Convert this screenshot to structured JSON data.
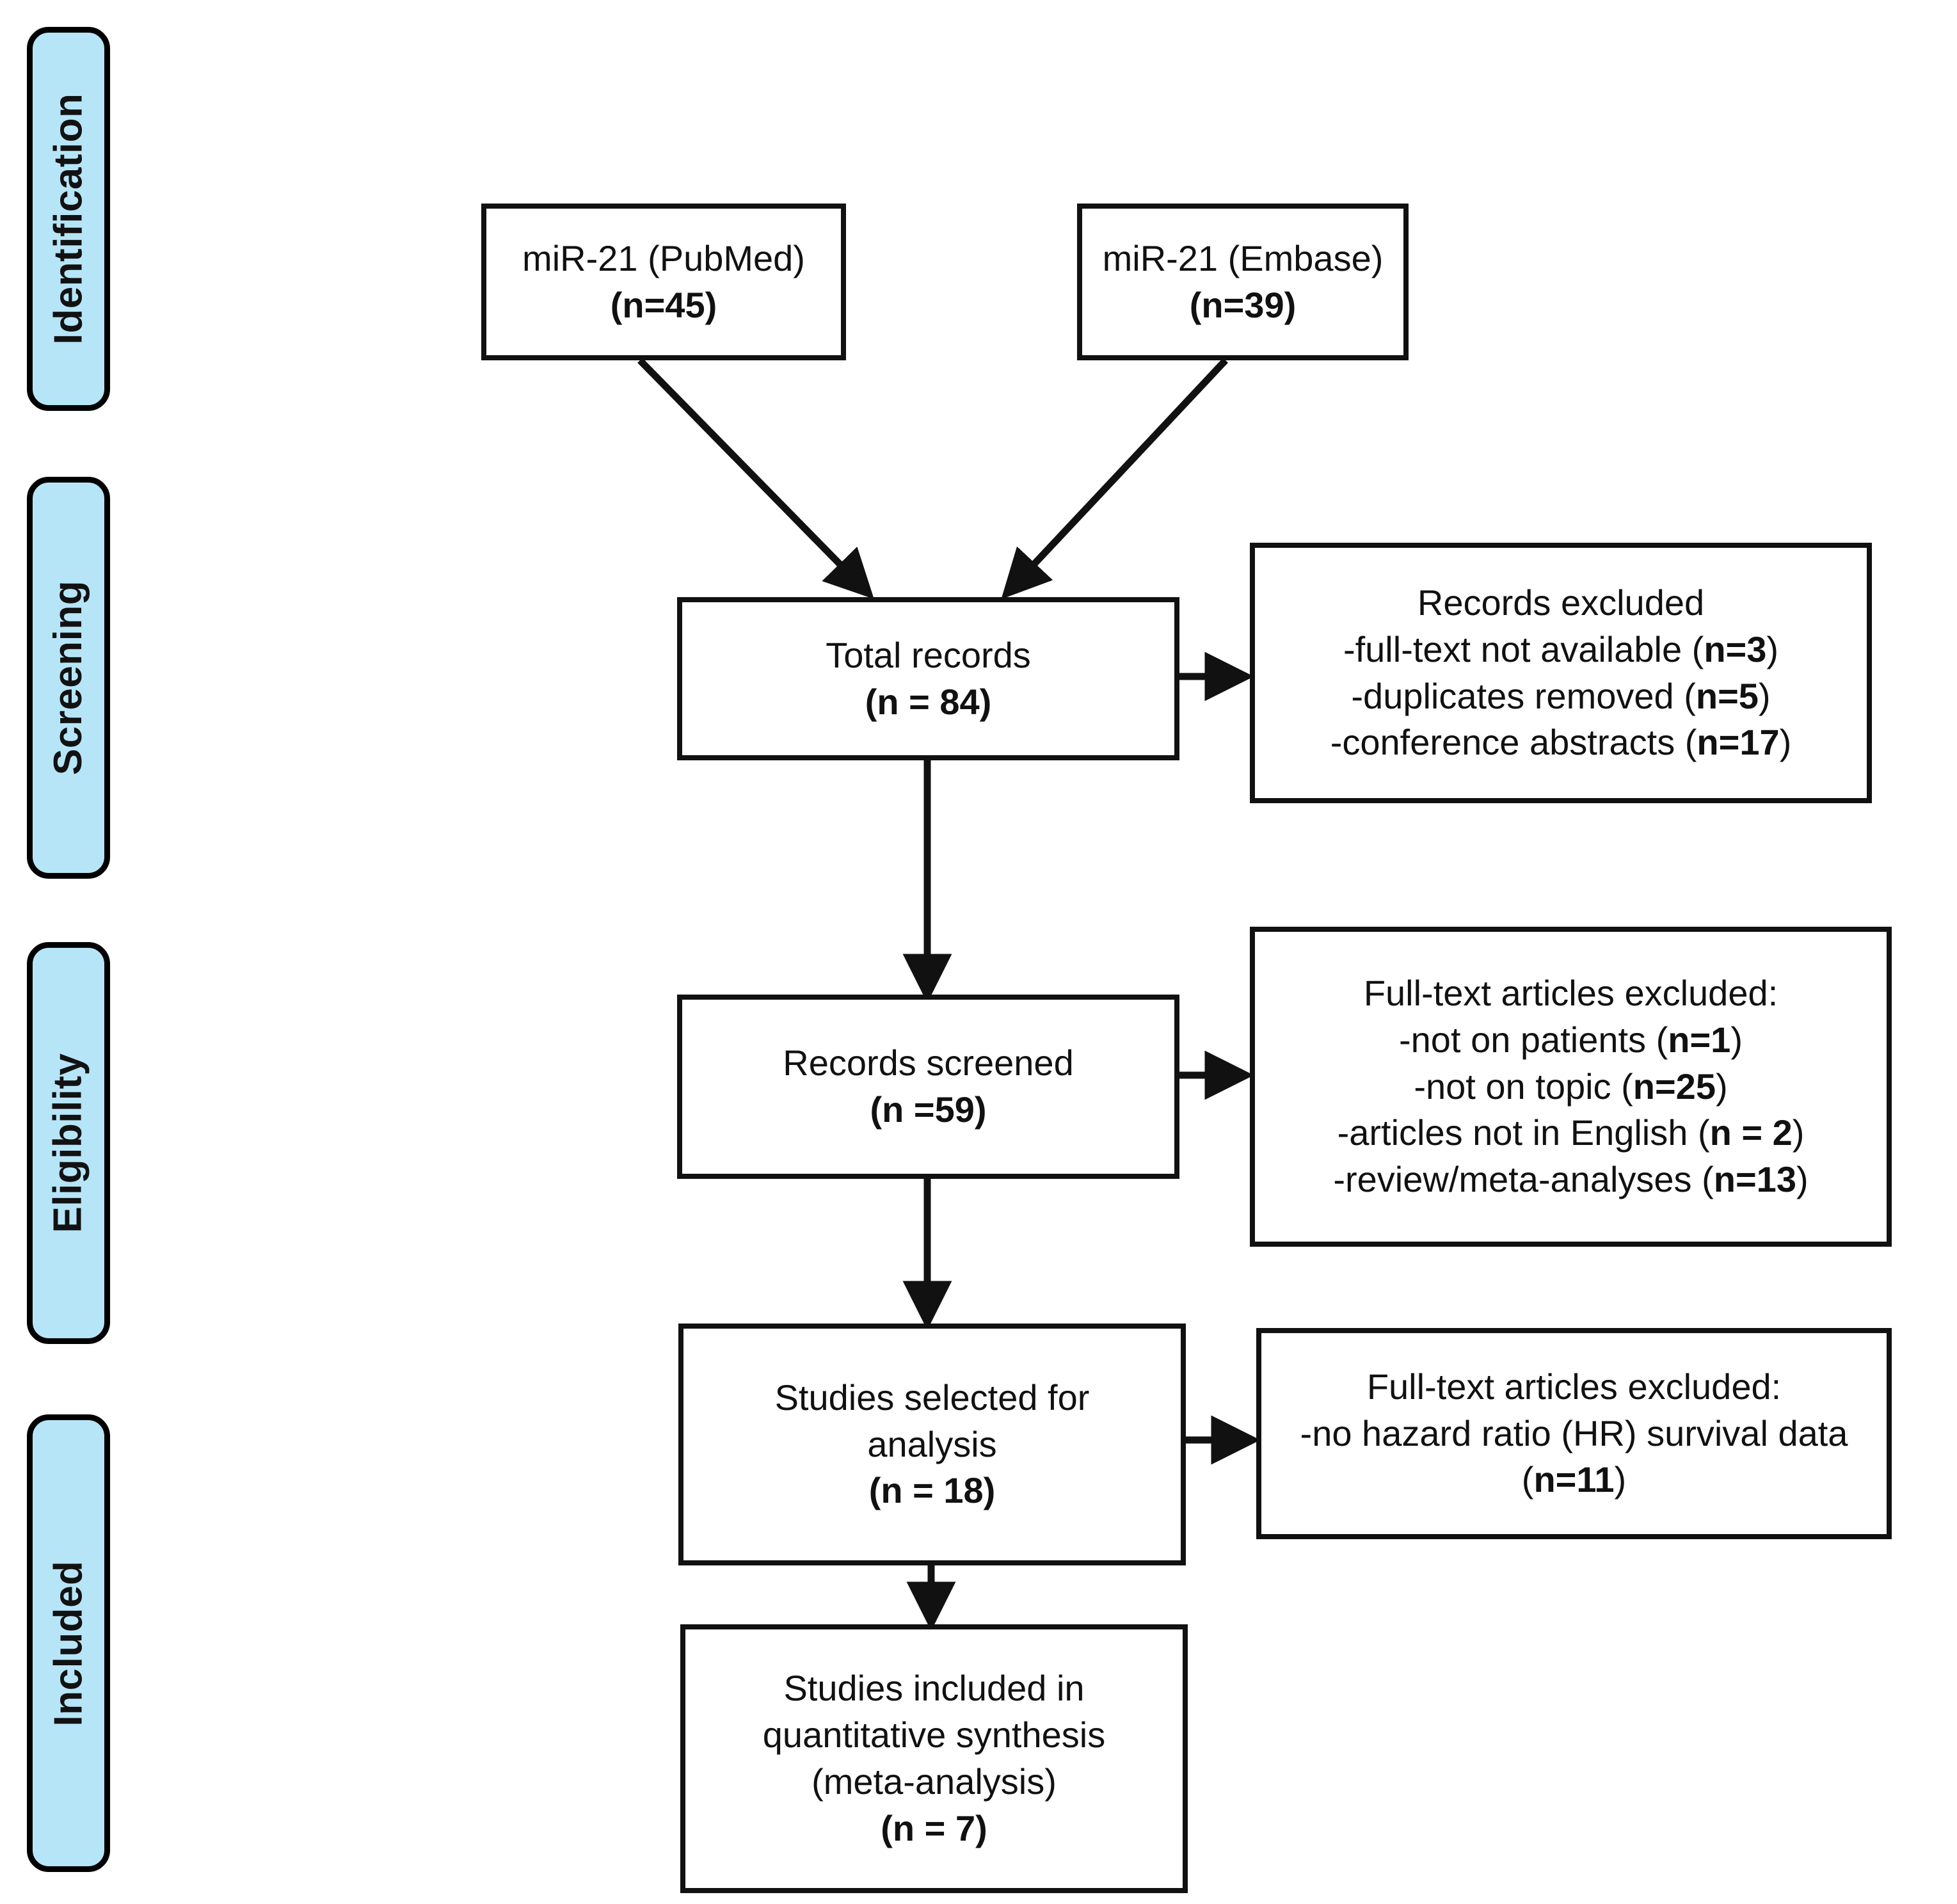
{
  "diagram": {
    "type": "prisma-flow-diagram",
    "title": "PRISMA study selection flow diagram",
    "accent_color": "#b6e5f8",
    "line_color": "#111111",
    "background": "#ffffff"
  },
  "stages": [
    {
      "id": "identification",
      "label": "Identification"
    },
    {
      "id": "screening",
      "label": "Screening"
    },
    {
      "id": "eligibility",
      "label": "Eligibility"
    },
    {
      "id": "included",
      "label": "Included"
    }
  ],
  "boxes": {
    "source_pubmed": {
      "lines": [
        {
          "text": "miR-21 (PubMed)",
          "bold": false
        },
        {
          "text": "(n=45)",
          "bold": true
        }
      ],
      "n": 45,
      "database": "PubMed"
    },
    "source_embase": {
      "lines": [
        {
          "text": "miR-21 (Embase)",
          "bold": false
        },
        {
          "text": "(n=39)",
          "bold": true
        }
      ],
      "n": 39,
      "database": "Embase"
    },
    "total_records": {
      "lines": [
        {
          "text": "Total records",
          "bold": false
        },
        {
          "text": "(n = 84)",
          "bold": true
        }
      ],
      "n": 84
    },
    "records_excluded": {
      "lines": [
        {
          "head": "Records excluded",
          "tail": "",
          "bold_tail": ""
        },
        {
          "head": "-full-text not available (",
          "bold_tail": "n=3",
          "tail": ")"
        },
        {
          "head": "-duplicates removed (",
          "bold_tail": "n=5",
          "tail": ")"
        },
        {
          "head": "-conference abstracts (",
          "bold_tail": "n=17",
          "tail": ")"
        }
      ],
      "counts": {
        "full_text_not_available": 3,
        "duplicates_removed": 5,
        "conference_abstracts": 17
      }
    },
    "records_screened": {
      "lines": [
        {
          "text": "Records screened",
          "bold": false
        },
        {
          "text": "(n =59)",
          "bold": true
        }
      ],
      "n": 59
    },
    "fulltext_excluded_1": {
      "lines": [
        {
          "head": "Full-text articles excluded:",
          "bold_tail": "",
          "tail": ""
        },
        {
          "head": "-not on patients (",
          "bold_tail": "n=1",
          "tail": ")"
        },
        {
          "head": "-not on topic (",
          "bold_tail": "n=25",
          "tail": ")"
        },
        {
          "head": "-articles not in English (",
          "bold_tail": "n = 2",
          "tail": ")"
        },
        {
          "head": "-review/meta-analyses (",
          "bold_tail": "n=13",
          "tail": ")"
        }
      ],
      "counts": {
        "not_on_patients": 1,
        "not_on_topic": 25,
        "not_in_english": 2,
        "review_meta_analyses": 13
      }
    },
    "studies_selected": {
      "lines": [
        {
          "text": "Studies selected for",
          "bold": false
        },
        {
          "text": "analysis",
          "bold": false
        },
        {
          "text": "(n = 18)",
          "bold": true
        }
      ],
      "n": 18
    },
    "fulltext_excluded_2": {
      "lines": [
        {
          "head": "Full-text articles excluded:",
          "bold_tail": "",
          "tail": ""
        },
        {
          "head": "-no hazard ratio (HR) survival data",
          "bold_tail": "",
          "tail": ""
        },
        {
          "head": "(",
          "bold_tail": "n=11",
          "tail": ")"
        }
      ],
      "counts": {
        "no_hazard_ratio_survival_data": 11
      }
    },
    "studies_included": {
      "lines": [
        {
          "text": "Studies included in",
          "bold": false
        },
        {
          "text": "quantitative synthesis",
          "bold": false
        },
        {
          "text": "(meta-analysis)",
          "bold": false
        },
        {
          "text": "(n = 7)",
          "bold": true
        }
      ],
      "n": 7
    }
  }
}
